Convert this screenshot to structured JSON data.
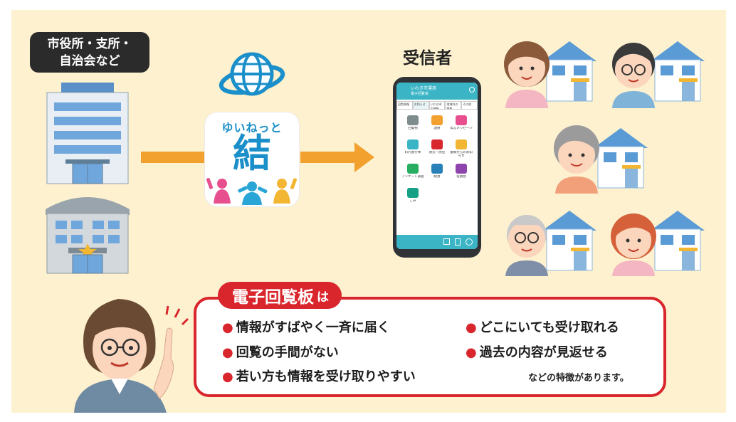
{
  "organization": {
    "line1": "市役所・支所・",
    "line2": "自治会など"
  },
  "app": {
    "hiragana": "ゆいねっと",
    "kanji": "結"
  },
  "receivers": {
    "title": "受信者"
  },
  "phone": {
    "header_title": "いわき市運用",
    "header_sub": "電子回覧板",
    "tabs": [
      "回覧情報",
      "お知らせ",
      "いわき市の情報",
      "地域内の情報",
      "その他"
    ],
    "menu": [
      {
        "label": "回覧物",
        "icon": "document-icon"
      },
      {
        "label": "連絡",
        "icon": "megaphone-icon"
      },
      {
        "label": "伝言メッセージ",
        "icon": "memo-icon"
      },
      {
        "label": "町内会行事",
        "icon": "event-icon"
      },
      {
        "label": "防災・防犯",
        "icon": "alert-icon"
      },
      {
        "label": "警察からのお知らせ",
        "icon": "chat-icon"
      },
      {
        "label": "アンケート調査",
        "icon": "survey-icon"
      },
      {
        "label": "総会",
        "icon": "meeting-icon"
      },
      {
        "label": "役員会",
        "icon": "board-icon"
      },
      {
        "label": "ごみ",
        "icon": "trash-icon"
      }
    ]
  },
  "callout": {
    "title": "電子回覧板",
    "title_suffix": "は",
    "features_left": [
      "情報がすばやく一斉に届く",
      "回覧の手間がない",
      "若い方も情報を受け取りやすい"
    ],
    "features_right": [
      "どこにいても受け取れる",
      "過去の内容が見返せる"
    ],
    "note": "などの特徴があります。"
  },
  "colors": {
    "background": "#fdf1cf",
    "accent_red": "#d9262c",
    "arrow_orange": "#f2a12e",
    "app_blue": "#1a8fc9",
    "phone_teal": "#3bb4c6",
    "house_blue": "#5b9bd5"
  }
}
